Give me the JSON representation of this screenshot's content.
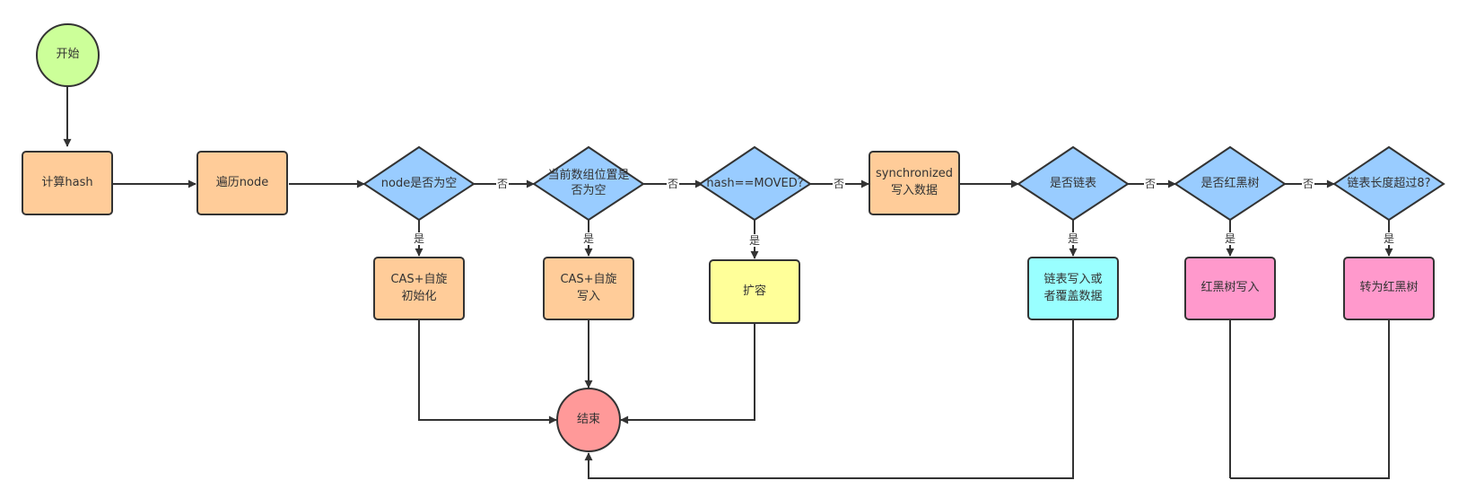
{
  "colors": {
    "start": "#ccff99",
    "process": "#ffcc99",
    "decision": "#99ccff",
    "expand": "#ffff99",
    "list_write": "#99ffff",
    "tree_write": "#ff99cc",
    "end": "#ff9999",
    "stroke": "#333333"
  },
  "nodes": {
    "start": "开始",
    "compute_hash": "计算hash",
    "traverse_node": "遍历node",
    "is_node_empty": "node是否为空",
    "is_pos_empty": "当前数组位置是否为空",
    "is_moved": "hash==MOVED?",
    "synchronized_write": "synchronized写入数据",
    "is_linked_list": "是否链表",
    "is_red_black_tree": "是否红黑树",
    "list_len_over_8": "链表长度超过8?",
    "cas_init": "CAS+自旋初始化",
    "cas_write": "CAS+自旋写入",
    "expand": "扩容",
    "list_write": "链表写入或者覆盖数据",
    "tree_write": "红黑树写入",
    "to_tree": "转为红黑树",
    "end": "结束"
  },
  "edge_labels": {
    "yes": "是",
    "no": "否"
  }
}
